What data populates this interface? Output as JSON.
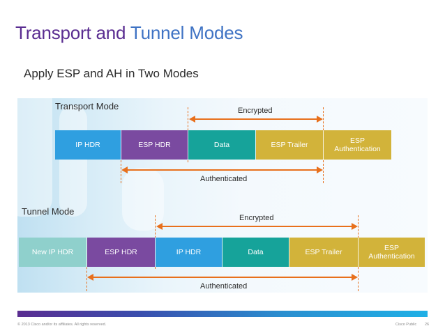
{
  "slide": {
    "title_part1": "Transport",
    "title_part2": "and",
    "title_part3": "Tunnel Modes",
    "subtitle": "Apply ESP and AH in Two Modes"
  },
  "colors": {
    "title_purple": "#5a2d91",
    "title_blue": "#3f73c4",
    "arrow_orange": "#e8701c",
    "new_ip_hdr": "#8fd0cc",
    "ip_hdr": "#2f9fe0",
    "esp_hdr": "#7a4aa0",
    "data": "#16a39a",
    "esp_trailer": "#d2b33a",
    "esp_auth": "#d2b33a"
  },
  "transport": {
    "label": "Transport Mode",
    "boxes": [
      "IP HDR",
      "ESP HDR",
      "Data",
      "ESP Trailer",
      "ESP\nAuthentication"
    ],
    "encrypted_label": "Encrypted",
    "authenticated_label": "Authenticated"
  },
  "tunnel": {
    "label": "Tunnel Mode",
    "boxes": [
      "New IP HDR",
      "ESP HDR",
      "IP HDR",
      "Data",
      "ESP Trailer",
      "ESP\nAuthentication"
    ],
    "encrypted_label": "Encrypted",
    "authenticated_label": "Authenticated"
  },
  "footer": {
    "copyright": "© 2013 Cisco and/or its affiliates. All rights reserved.",
    "classification": "Cisco Public",
    "page": "26"
  }
}
